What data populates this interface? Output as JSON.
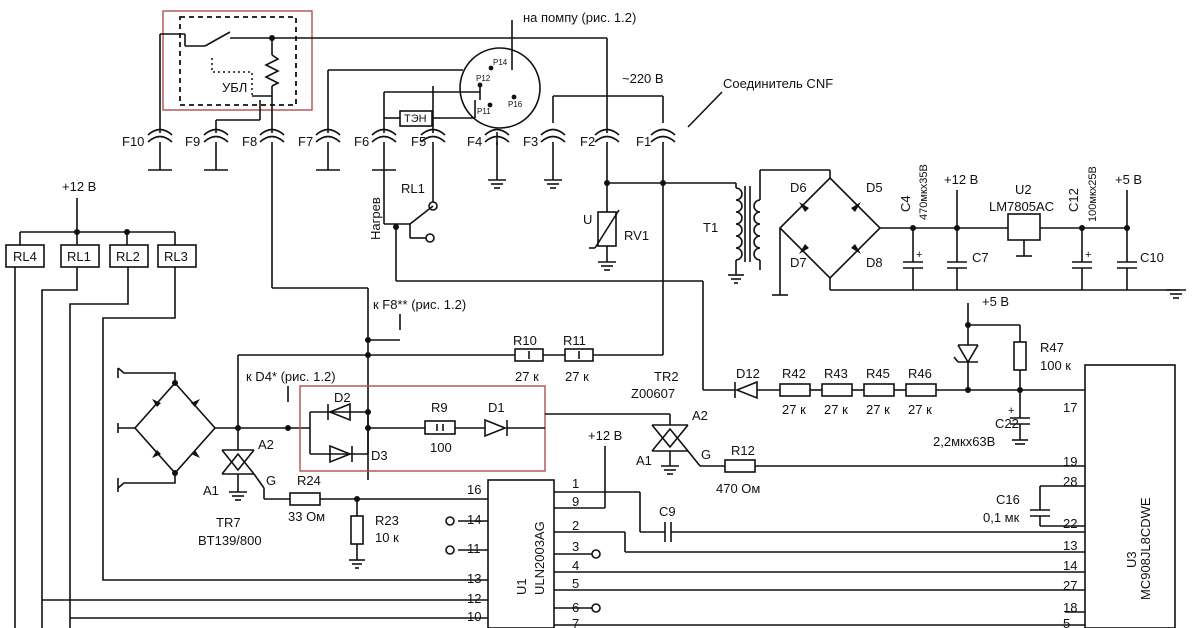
{
  "colors": {
    "ink": "#111111",
    "highlight": "#b05050",
    "background": "#ffffff"
  },
  "labels": {
    "pump": "на помпу (рис. 1.2)",
    "mains": "~220 В",
    "connector": "Соединитель CNF",
    "ubl": "УБЛ",
    "ten": "ТЭН",
    "heat": "Нагрев",
    "f8ref": "к F8** (рис. 1.2)",
    "d4ref": "к D4* (рис. 1.2)",
    "u_mark": "U"
  },
  "pins": {
    "p14": "P14",
    "p12": "P12",
    "p16": "P16",
    "p11": "P11"
  },
  "connectors": [
    "F10",
    "F9",
    "F8",
    "F7",
    "F6",
    "F5",
    "F4",
    "F3",
    "F2",
    "F1"
  ],
  "relays": [
    "RL4",
    "RL1",
    "RL2",
    "RL3"
  ],
  "power": {
    "p12a": "+12 В",
    "p12b": "+12 В",
    "p12c": "+12 В",
    "p5a": "+5 В",
    "p5b": "+5 В"
  },
  "components": {
    "rl1": "RL1",
    "rv1": "RV1",
    "t1": "T1",
    "d6": "D6",
    "d5": "D5",
    "d7": "D7",
    "d8": "D8",
    "c4": "C4",
    "c4v": "470мкх35В",
    "u2": "U2",
    "u2p": "LM7805AC",
    "c12": "C12",
    "c12v": "100мкх25В",
    "c7": "C7",
    "c10": "C10",
    "r10": "R10",
    "r10v": "27 к",
    "r11": "R11",
    "r11v": "27 к",
    "tr2": "TR2",
    "tr2p": "Z00607",
    "a2b": "A2",
    "d12": "D12",
    "r42": "R42",
    "r43": "R43",
    "r45": "R45",
    "r46": "R46",
    "rv27": "27 к",
    "r47": "R47",
    "r47v": "100 к",
    "c22": "C22",
    "c22v": "2,2мкх63В",
    "d2": "D2",
    "d3": "D3",
    "r9": "R9",
    "r9v": "100",
    "d1": "D1",
    "a2a": "A2",
    "a1a": "A1",
    "ga": "G",
    "tr7": "TR7",
    "tr7p": "BT139/800",
    "r24": "R24",
    "r24v": "33 Ом",
    "r23": "R23",
    "r23v": "10 к",
    "a1b": "A1",
    "gb": "G",
    "r12": "R12",
    "r12v": "470 Ом",
    "c9": "C9",
    "c16": "C16",
    "c16v": "0,1 мк",
    "u1": "U1",
    "u1p": "ULN2003AG",
    "u3": "U3",
    "u3p": "MC908JL8CDWE"
  },
  "u1_pins": {
    "left": [
      "16",
      "14",
      "11",
      "13",
      "12",
      "10"
    ],
    "right": [
      "1",
      "9",
      "2",
      "3",
      "4",
      "5",
      "6",
      "7"
    ]
  },
  "u3_pins": [
    "17",
    "19",
    "28",
    "22",
    "13",
    "14",
    "27",
    "18",
    "5"
  ]
}
